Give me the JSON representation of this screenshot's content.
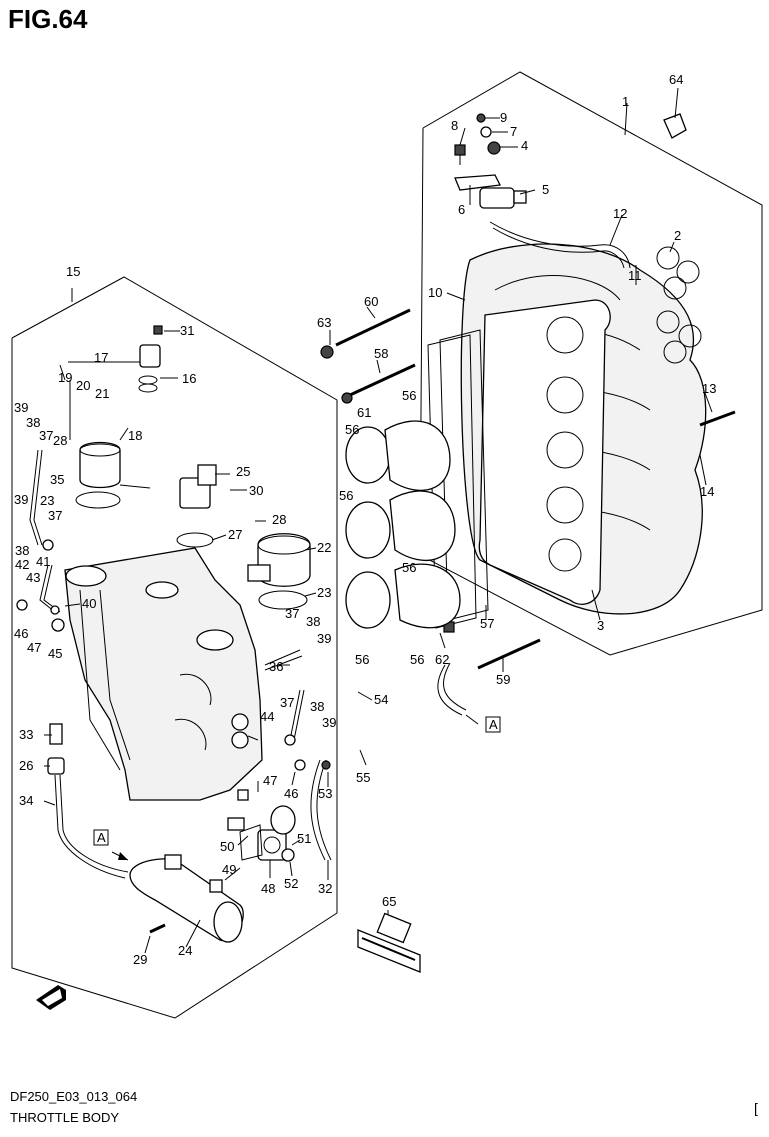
{
  "figure": {
    "title": "FIG.64",
    "code": "DF250_E03_013_064",
    "name": "THROTTLE BODY",
    "corner_mark": "["
  },
  "callouts": [
    "64",
    "1",
    "9",
    "8",
    "7",
    "4",
    "5",
    "6",
    "12",
    "2",
    "11",
    "10",
    "60",
    "63",
    "58",
    "13",
    "14",
    "56",
    "61",
    "56",
    "56",
    "56",
    "56",
    "56",
    "3",
    "57",
    "62",
    "59",
    "15",
    "31",
    "16",
    "17",
    "18",
    "19",
    "20",
    "21",
    "39",
    "38",
    "37",
    "28",
    "35",
    "23",
    "25",
    "30",
    "27",
    "28",
    "22",
    "23",
    "39",
    "37",
    "41",
    "38",
    "42",
    "43",
    "40",
    "46",
    "47",
    "45",
    "37",
    "38",
    "39",
    "36",
    "54",
    "38",
    "39",
    "37",
    "44",
    "33",
    "26",
    "34",
    "47",
    "46",
    "53",
    "55",
    "51",
    "50",
    "49",
    "48",
    "52",
    "32",
    "24",
    "29",
    "65"
  ],
  "ref_labels": [
    "A",
    "A"
  ],
  "icons": {
    "front_arrow": "front-arrow-icon",
    "label_sticker": "caution-label-icon"
  }
}
